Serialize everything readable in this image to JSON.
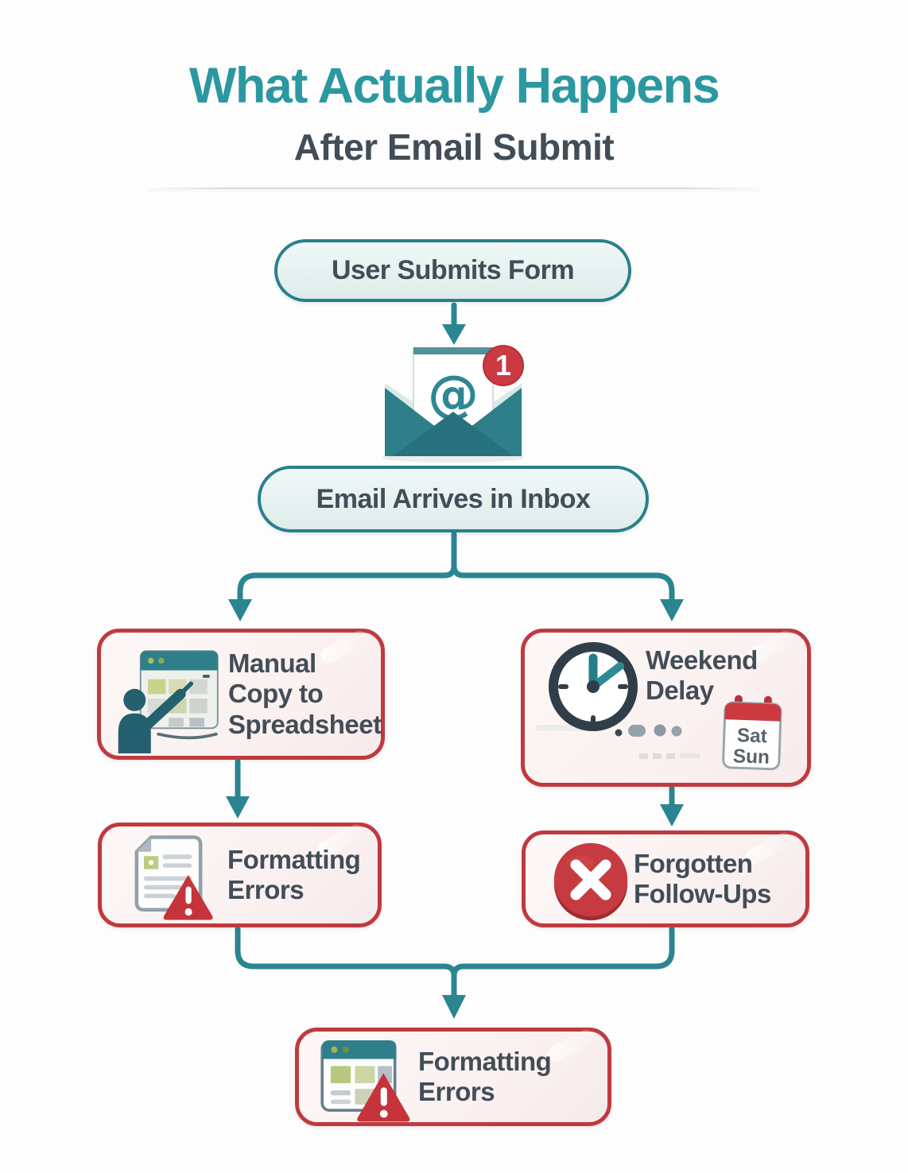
{
  "title": {
    "main": "What Actually Happens",
    "sub": "After Email Submit"
  },
  "nodes": {
    "submit": {
      "label": "User Submits Form"
    },
    "inbox": {
      "label": "Email Arrives in Inbox"
    },
    "manual_copy": {
      "line1": "Manual",
      "line2": "Copy to",
      "line3": "Spreadsheet"
    },
    "weekend_delay": {
      "line1": "Weekend",
      "line2": "Delay"
    },
    "formatting_errors_left": {
      "line1": "Formatting",
      "line2": "Errors"
    },
    "forgotten_followups": {
      "line1": "Forgotten",
      "line2": "Follow-Ups"
    },
    "formatting_errors_final": {
      "line1": "Formatting",
      "line2": "Errors"
    }
  },
  "email_icon": {
    "at_symbol": "@",
    "badge_count": "1"
  },
  "calendar": {
    "day1": "Sat",
    "day2": "Sun"
  },
  "colors": {
    "teal_title": "#2b98a1",
    "teal": "#2b8591",
    "teal_mid": "#2e7f8a",
    "teal_dark": "#25606e",
    "dark_text": "#424d57",
    "pill_border": "#2a7f8c",
    "pill_bg1": "#f0f8f7",
    "pill_bg2": "#ddecea",
    "red_border": "#bf3a3f",
    "box_bg": "#faf1f0",
    "warning_red": "#c5333b",
    "badge_red": "#cb3a43",
    "calendar_red": "#cc3940",
    "x_circle_red": "#c63a41"
  }
}
